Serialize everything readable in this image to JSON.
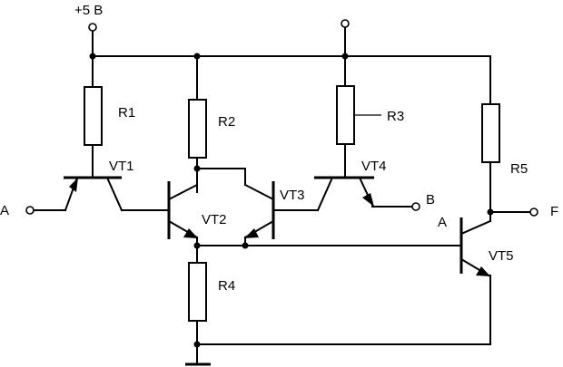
{
  "supply_label": "+5 В",
  "resistors": [
    "R1",
    "R2",
    "R3",
    "R4",
    "R5"
  ],
  "transistors": [
    "VT1",
    "VT2",
    "VT3",
    "VT4",
    "VT5"
  ],
  "inputs": {
    "a": "A",
    "b": "B"
  },
  "vt5_base_label": "A",
  "output_label": "F"
}
